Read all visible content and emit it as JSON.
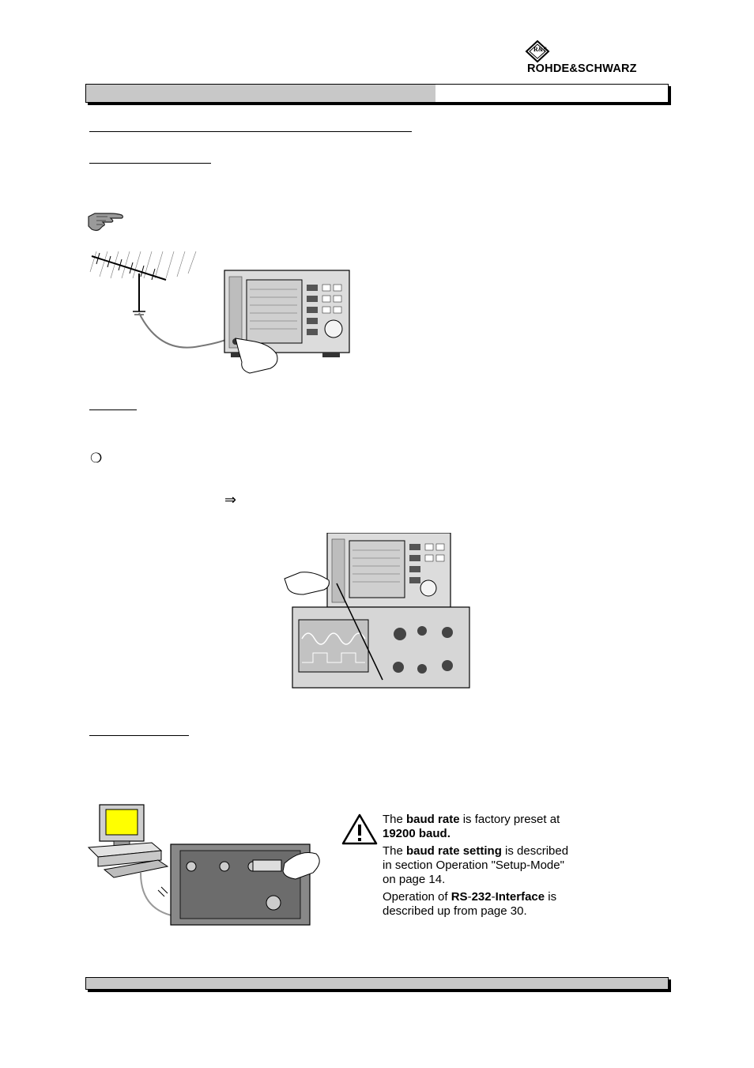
{
  "header": {
    "logo_text": "ROHDE&SCHWARZ",
    "logo_emblem": "R&S"
  },
  "symbols": {
    "bullet": "❍",
    "arrow": "⇒"
  },
  "note": {
    "p1_a": "The ",
    "p1_b": "baud rate",
    "p1_c": " is factory preset at",
    "p1_d": "19200 baud.",
    "p2_a": "The ",
    "p2_b": "baud rate setting",
    "p2_c": " is described",
    "p2_d": "in section Operation \"Setup-Mode\"",
    "p2_e": "on page 14.",
    "p3_a": "Operation of ",
    "p3_b": "RS",
    "p3_c": "-",
    "p3_d": "232",
    "p3_e": "-",
    "p3_f": "Interface",
    "p3_g": " is",
    "p3_h": "described up from page 30."
  },
  "icons": {
    "hand": "pointing-hand-icon",
    "warning": "warning-triangle-icon"
  }
}
